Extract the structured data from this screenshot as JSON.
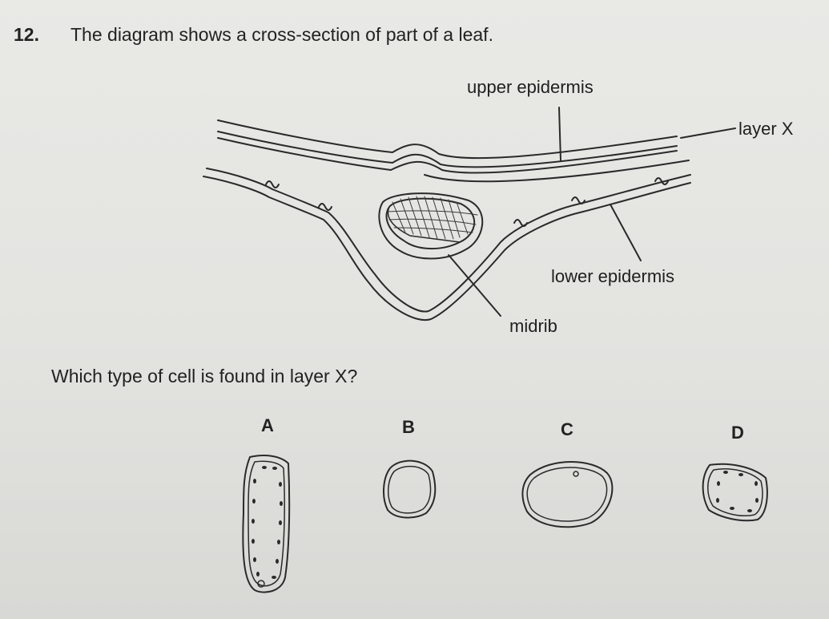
{
  "question": {
    "number": "12.",
    "stem": "The diagram shows a cross-section of part of a leaf.",
    "prompt": "Which type of cell is found in layer X?"
  },
  "diagram": {
    "labels": {
      "upper_epidermis": "upper epidermis",
      "layer_x": "layer X",
      "lower_epidermis": "lower epidermis",
      "midrib": "midrib"
    }
  },
  "options": [
    {
      "letter": "A"
    },
    {
      "letter": "B"
    },
    {
      "letter": "C"
    },
    {
      "letter": "D"
    }
  ],
  "colors": {
    "ink": "#222222",
    "paper": "#e6e6e3"
  }
}
